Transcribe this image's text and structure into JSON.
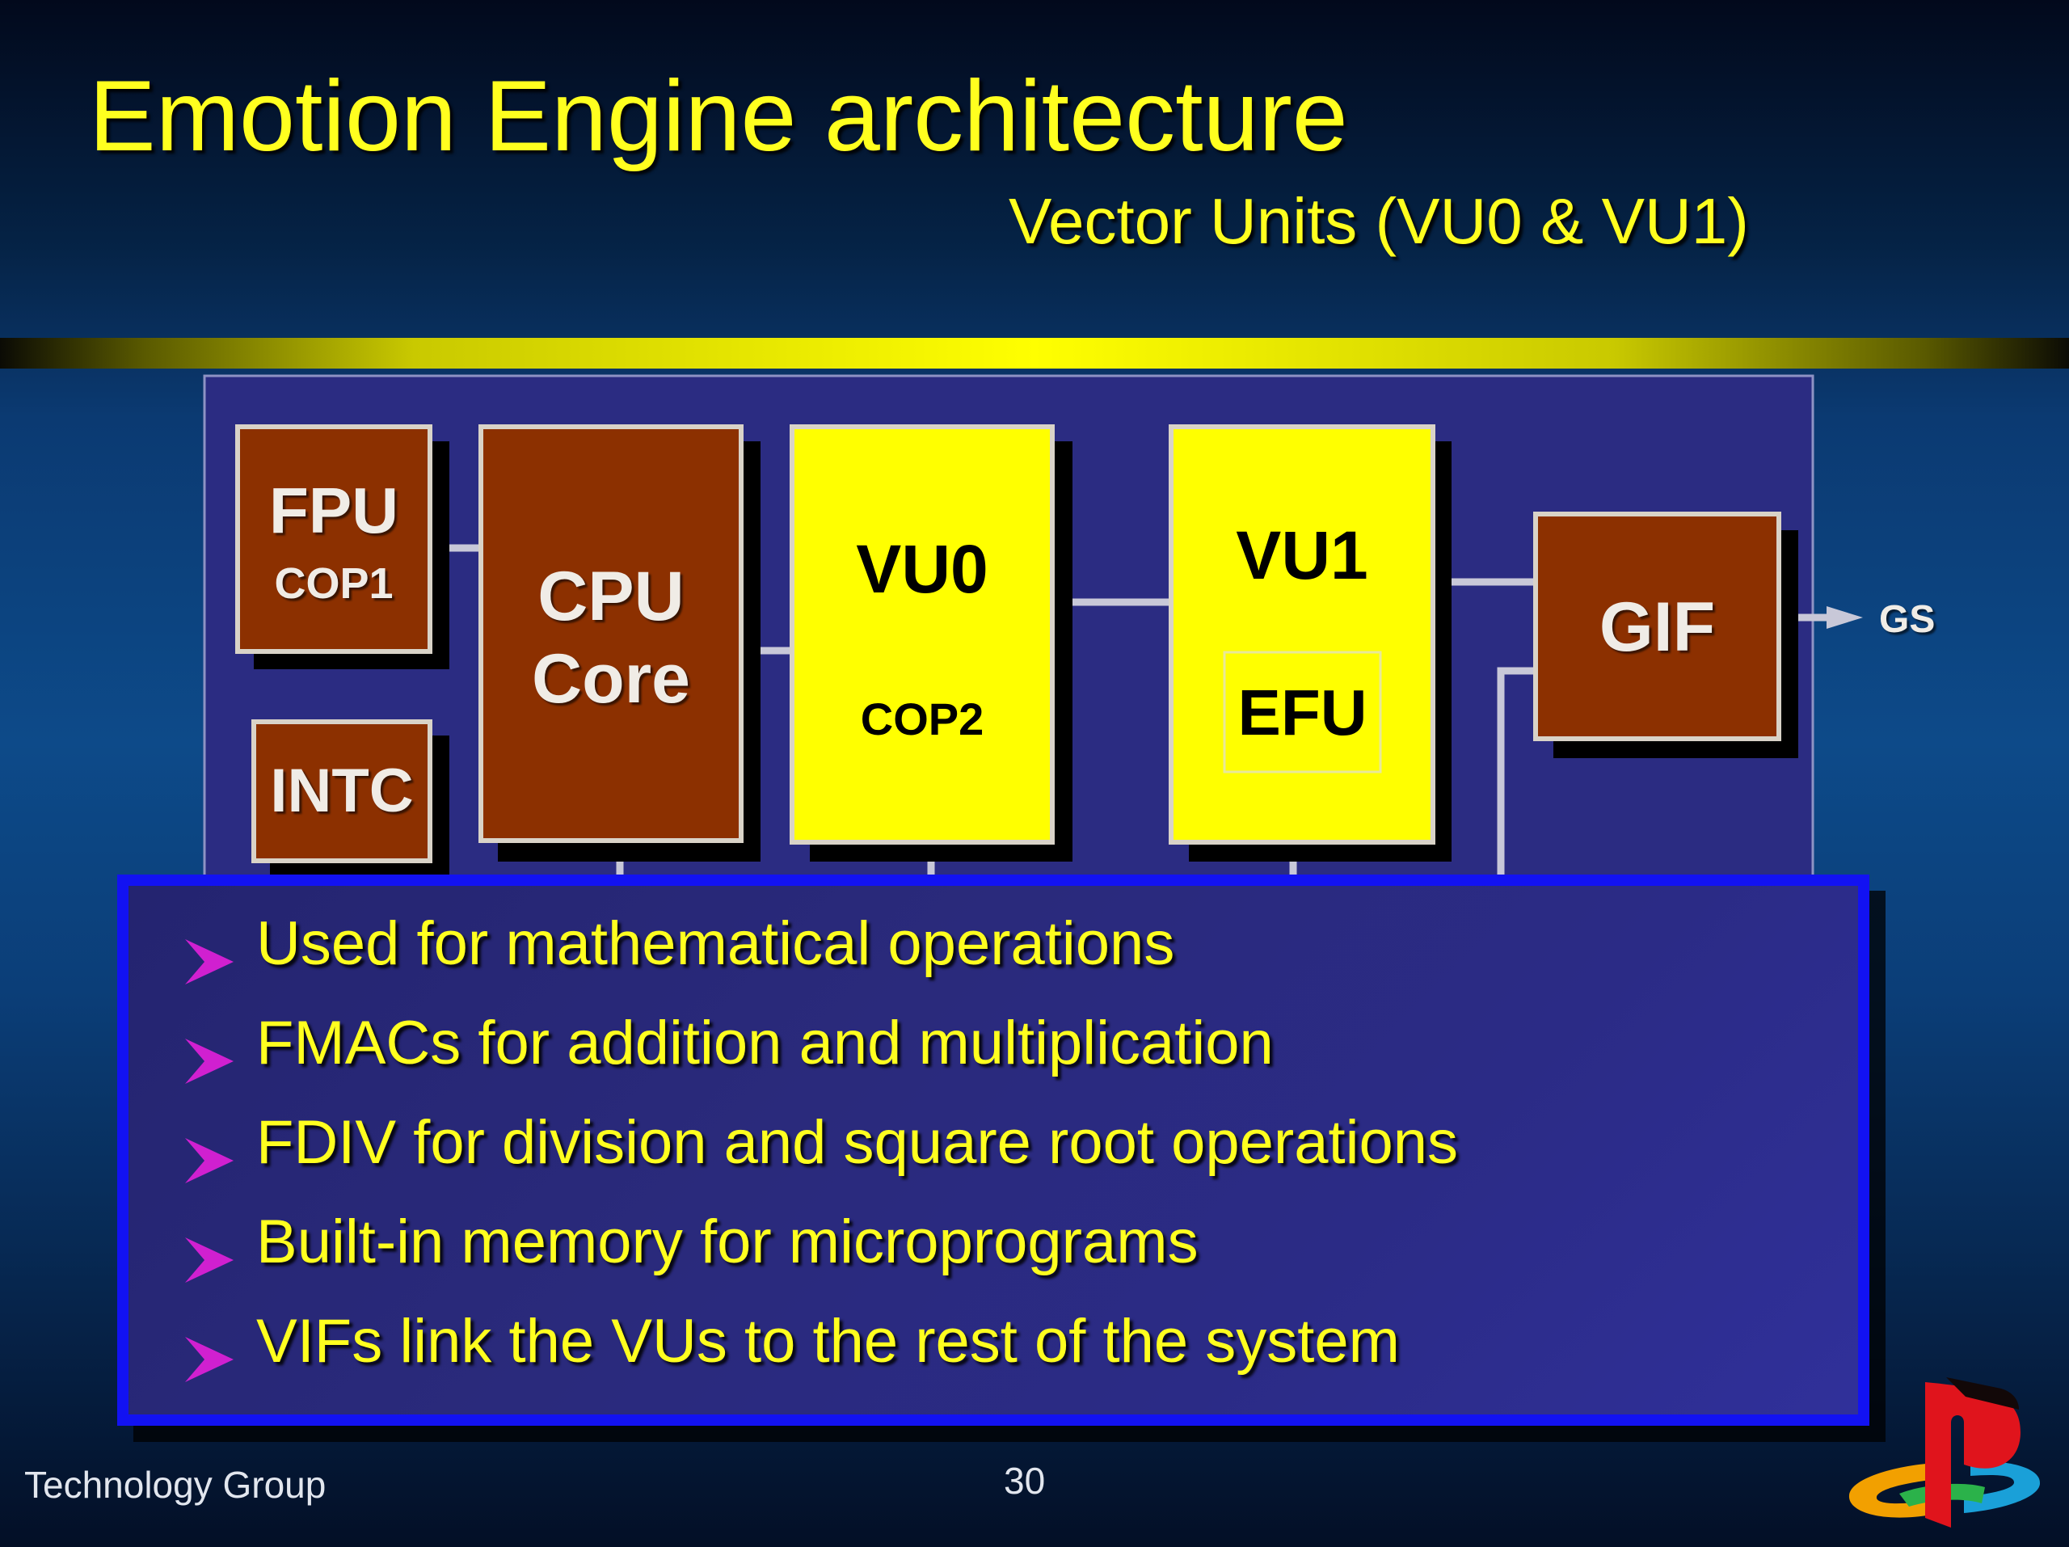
{
  "slide": {
    "title": "Emotion Engine architecture",
    "subtitle": "Vector Units (VU0 & VU1)"
  },
  "diagram": {
    "blocks": {
      "fpu": {
        "label": "FPU",
        "sublabel": "COP1"
      },
      "intc": {
        "label": "INTC"
      },
      "cpu": {
        "label_line1": "CPU",
        "label_line2": "Core"
      },
      "vu0": {
        "label": "VU0",
        "sublabel": "COP2"
      },
      "vu1": {
        "label": "VU1",
        "sublabel": "EFU"
      },
      "gif": {
        "label": "GIF"
      }
    },
    "output_label": "GS",
    "colors": {
      "panel": "#2b2c82",
      "block_brown": "#8c3000",
      "block_yellow": "#ffff00",
      "connector": "#c8c8d8"
    }
  },
  "bullets": [
    "Used for mathematical operations",
    "FMACs for addition and multiplication",
    "FDIV for division and square root operations",
    "Built-in memory for microprograms",
    "VIFs link the VUs to the rest of the system"
  ],
  "footer": {
    "left_text": "Technology Group",
    "page_number": "30"
  },
  "colors": {
    "title_text": "#ffff1f",
    "bullet_border": "#1212f2",
    "bullet_arrow": "#d020d0"
  },
  "logo": {
    "name": "playstation-logo"
  }
}
